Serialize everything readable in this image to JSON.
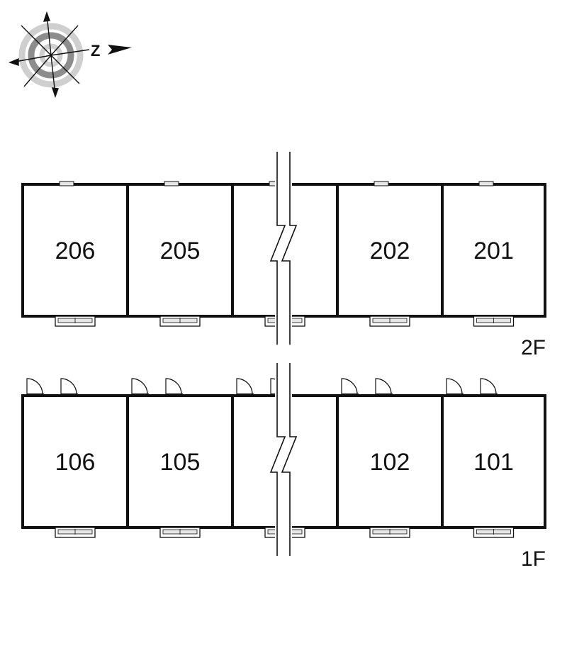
{
  "compass": {
    "label": "Z"
  },
  "floors": [
    {
      "label": "2F",
      "units": [
        "206",
        "205",
        "",
        "202",
        "201"
      ]
    },
    {
      "label": "1F",
      "units": [
        "106",
        "105",
        "",
        "102",
        "101"
      ]
    }
  ],
  "colors": {
    "line": "#111111",
    "window_fill": "#e6e6e6",
    "compass_ring": "#9a9a9a",
    "compass_ring_light": "#cfcfcf"
  }
}
